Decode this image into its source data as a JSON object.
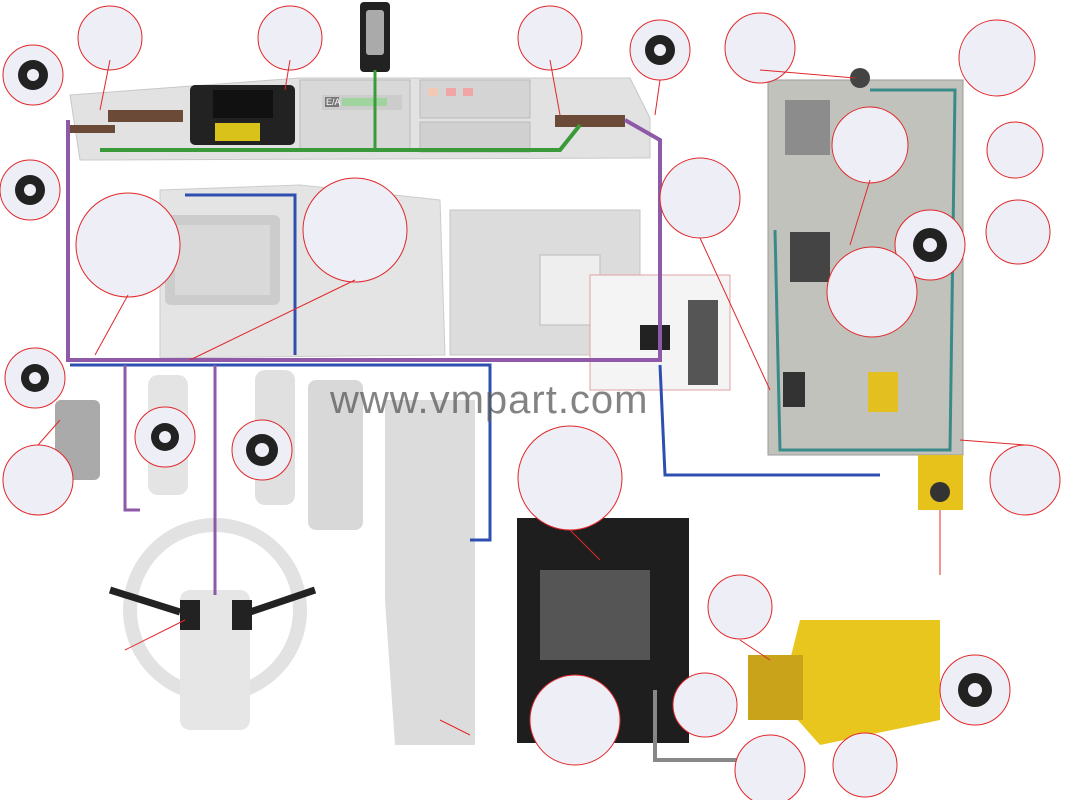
{
  "diagram": {
    "title": "Electrical harness and cab controls exploded parts view",
    "watermark": "www.vmpart.com",
    "panel_logo": "E/A",
    "colors": {
      "harness_purple": "#8e5aa8",
      "wire_blue": "#2f4fb0",
      "wire_green": "#3a9a3a",
      "leader_red": "#e0282a",
      "callout_fill": "#eeeef6",
      "battery_box_yellow": "#e6c21a",
      "panel_gray": "#d9d9d9"
    }
  }
}
